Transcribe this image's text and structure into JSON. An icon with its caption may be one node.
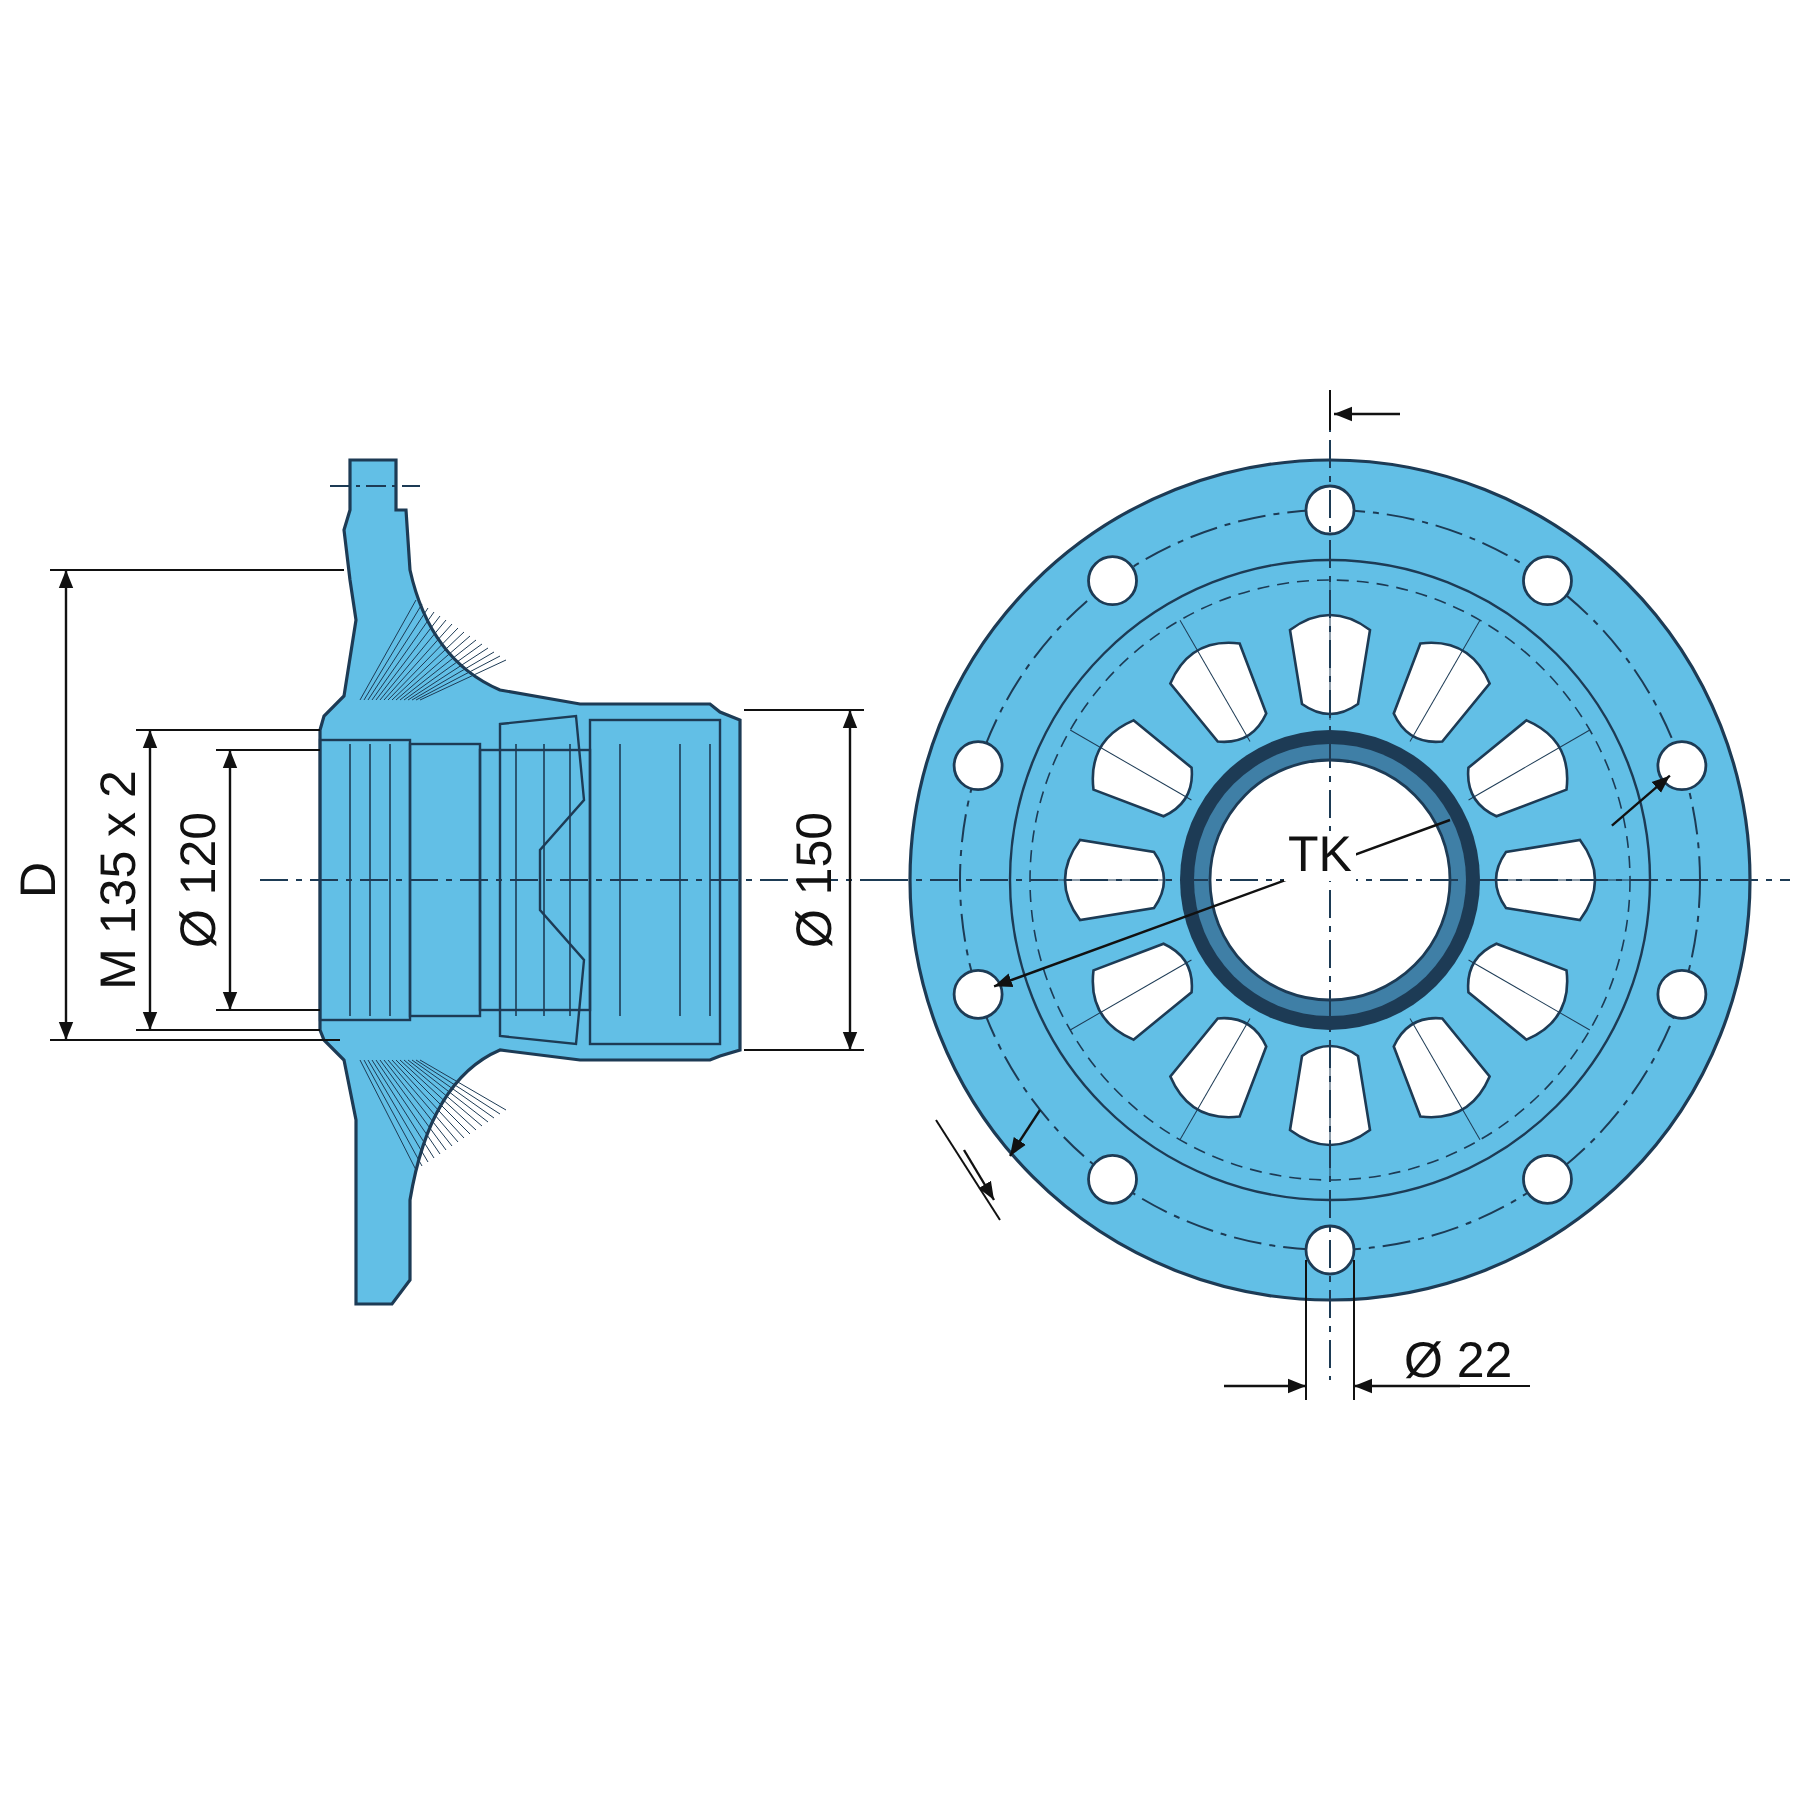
{
  "diagram": {
    "labels": [
      "D",
      "M 135 x 2",
      "Ø 120",
      "Ø 150",
      "TK",
      "Ø 22"
    ]
  }
}
